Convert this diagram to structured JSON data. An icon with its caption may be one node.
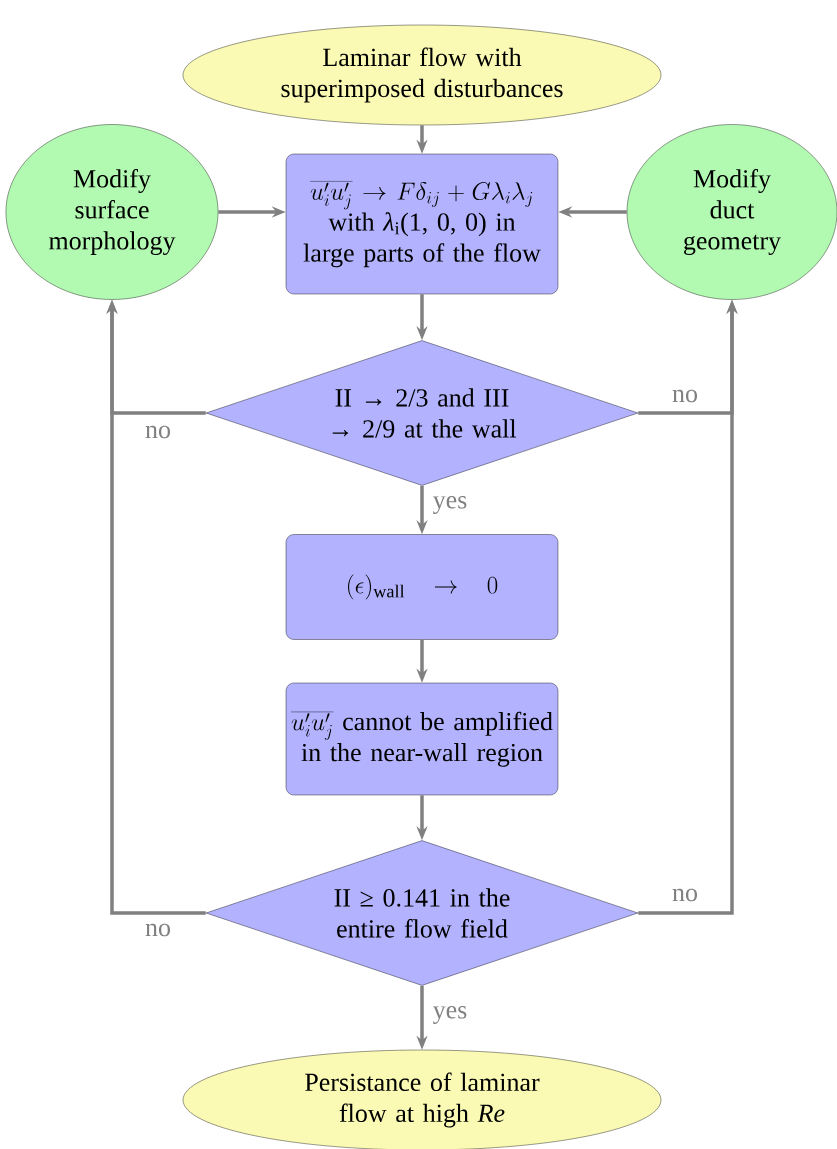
{
  "diagram": {
    "nodes": [
      {
        "text": [
          "Laminar flow with superimposed disturbances"
        ]
      },
      {
        "text": [
          "Modify surface morphology"
        ]
      },
      {
        "text": [
          "\\overline{u'_iu'_j} \\rightarrow F\\delta_{ij} + G\\lambda_i\\lambda_j",
          "with *λ*$_{i}$(1, 0, 0) in large parts of the flow"
        ]
      },
      {
        "text": [
          "Modify duct geometry"
        ]
      },
      {
        "text": [
          "II → 2/3 and III → 2/9 at the wall"
        ]
      },
      {
        "text": [
          "(\\epsilon)_{\\mathrm{wall}} \\;\\rightarrow\\; 0"
        ]
      },
      {
        "text": [
          "\\overline{u'_iu'_j}",
          "cannot be amplified in the near-wall region"
        ]
      },
      {
        "text": [
          "II ≥ 0.141 in the entire flow field"
        ]
      },
      {
        "text": [
          "Persistance of laminar flow at high *Re*"
        ]
      }
    ],
    "edges": [
      {
        "from": 0,
        "to": 2,
        "arrow": "to"
      },
      {
        "from": 1,
        "to": 2,
        "arrow": "to"
      },
      {
        "from": 3,
        "to": 2,
        "arrow": "to"
      },
      {
        "from": 2,
        "to": 4,
        "arrow": "to"
      },
      {
        "from": 4,
        "to": 1,
        "arrow": "to",
        "label": "no"
      },
      {
        "from": 4,
        "to": 3,
        "arrow": "to",
        "label": "no"
      },
      {
        "from": 4,
        "to": 5,
        "arrow": "to",
        "label": "yes"
      },
      {
        "from": 5,
        "to": 6,
        "arrow": "to"
      },
      {
        "from": 6,
        "to": 7,
        "arrow": "to"
      },
      {
        "from": 7,
        "to": 1,
        "arrow": "to",
        "label": "no"
      },
      {
        "from": 7,
        "to": 3,
        "arrow": "to",
        "label": "no"
      },
      {
        "from": 7,
        "to": 8,
        "arrow": "to",
        "label": "yes"
      }
    ]
  }
}
